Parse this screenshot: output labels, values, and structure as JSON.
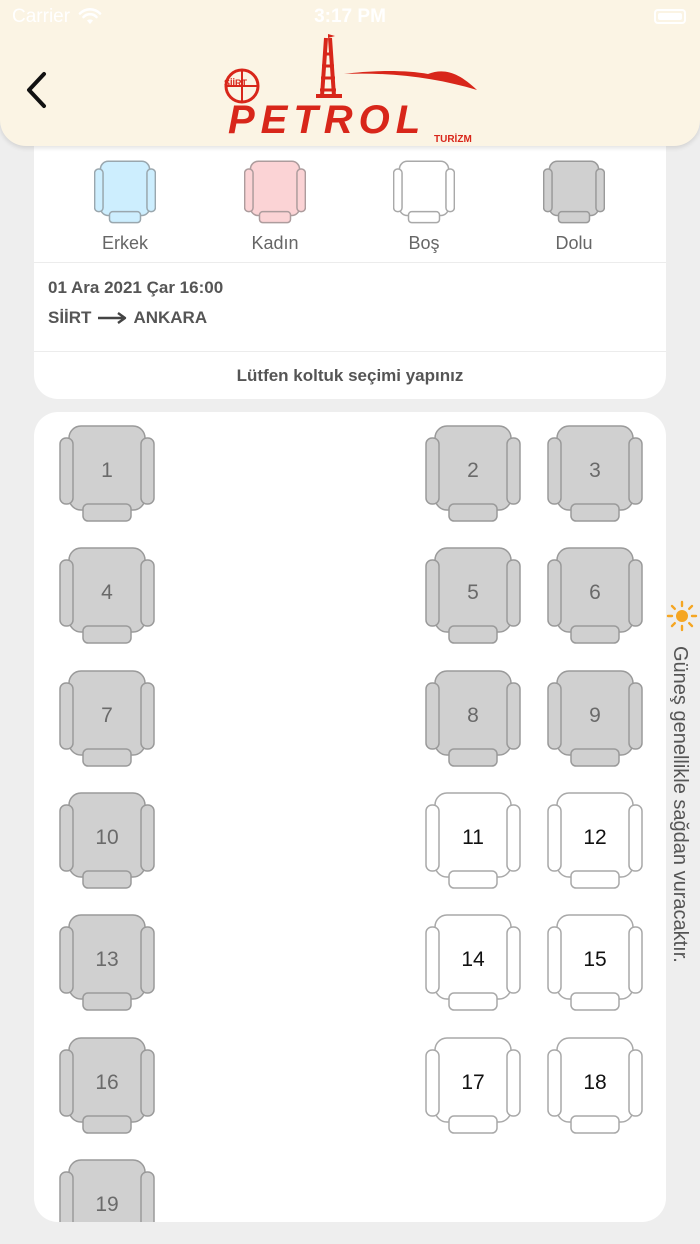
{
  "status_bar": {
    "carrier": "Carrier",
    "time": "3:17 PM"
  },
  "header": {
    "logo_name": "PETROL",
    "logo_subtitle": "TURİZM",
    "logo_badge": "SİİRT",
    "brand_color": "#d8261a"
  },
  "legend": [
    {
      "label": "Erkek",
      "fill": "#cdeefe",
      "stroke": "#9aa7ae"
    },
    {
      "label": "Kadın",
      "fill": "#fbd3d5",
      "stroke": "#ad9c9d"
    },
    {
      "label": "Boş",
      "fill": "#ffffff",
      "stroke": "#a9a9a9"
    },
    {
      "label": "Dolu",
      "fill": "#d0d0d0",
      "stroke": "#9a9a9a"
    }
  ],
  "trip": {
    "datetime": "01 Ara 2021 Çar 16:00",
    "from": "SİİRT",
    "to": "ANKARA"
  },
  "prompt": "Lütfen koltuk seçimi yapınız",
  "seats": [
    {
      "number": "1",
      "status": "full"
    },
    {
      "number": "2",
      "status": "full"
    },
    {
      "number": "3",
      "status": "full"
    },
    {
      "number": "4",
      "status": "full"
    },
    {
      "number": "5",
      "status": "full"
    },
    {
      "number": "6",
      "status": "full"
    },
    {
      "number": "7",
      "status": "full"
    },
    {
      "number": "8",
      "status": "full"
    },
    {
      "number": "9",
      "status": "full"
    },
    {
      "number": "10",
      "status": "full"
    },
    {
      "number": "11",
      "status": "empty"
    },
    {
      "number": "12",
      "status": "empty"
    },
    {
      "number": "13",
      "status": "full"
    },
    {
      "number": "14",
      "status": "empty"
    },
    {
      "number": "15",
      "status": "empty"
    },
    {
      "number": "16",
      "status": "full"
    },
    {
      "number": "17",
      "status": "empty"
    },
    {
      "number": "18",
      "status": "empty"
    },
    {
      "number": "19",
      "status": "full"
    }
  ],
  "sun_note": "Güneş genellikle sağdan vuracaktır.",
  "sun_icon": "sun-icon",
  "sun_color": "#f5a623"
}
